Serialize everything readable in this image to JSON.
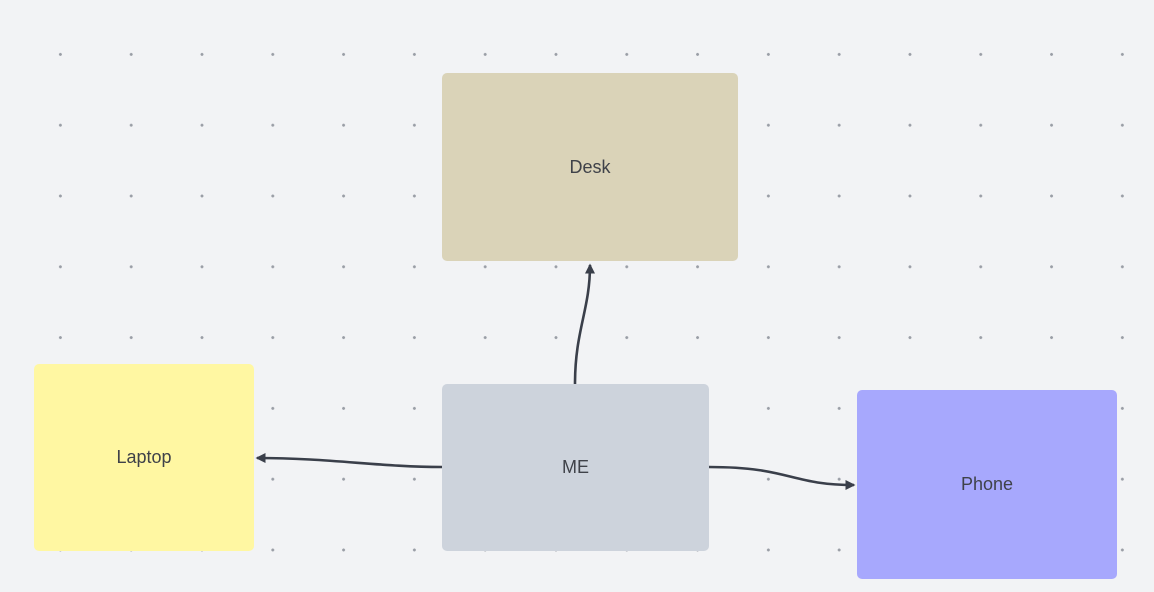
{
  "diagram": {
    "background_color": "#f2f3f5",
    "dot_color": "#9a9ea6",
    "arrow_color": "#3a3f4a",
    "nodes": [
      {
        "id": "desk",
        "label": "Desk",
        "color": "#dad3b8"
      },
      {
        "id": "me",
        "label": "ME",
        "color": "#cdd3dc"
      },
      {
        "id": "laptop",
        "label": "Laptop",
        "color": "#fff7a2"
      },
      {
        "id": "phone",
        "label": "Phone",
        "color": "#a7a8fd"
      }
    ],
    "edges": [
      {
        "from": "me",
        "to": "desk"
      },
      {
        "from": "me",
        "to": "laptop"
      },
      {
        "from": "me",
        "to": "phone"
      }
    ]
  }
}
